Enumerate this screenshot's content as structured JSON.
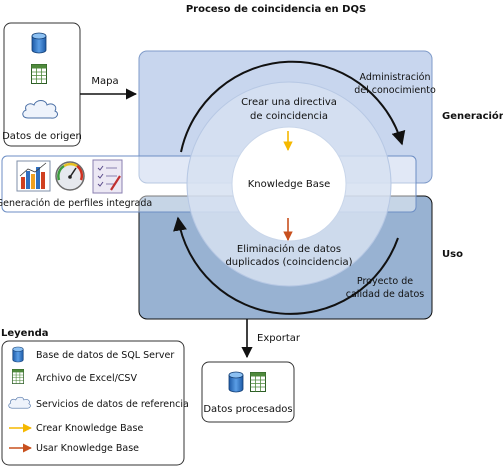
{
  "title": "Proceso de coincidencia en DQS",
  "source": {
    "label": "Datos de origen",
    "icons": [
      "database-icon",
      "spreadsheet-icon",
      "cloud-icon"
    ]
  },
  "arrow_map_label": "Mapa",
  "generation": {
    "side_label": "Generación",
    "phase_label_1": "Administración",
    "phase_label_2": "del conocimiento",
    "step_label_1": "Crear una directiva",
    "step_label_2": "de coincidencia"
  },
  "center_label": "Knowledge Base",
  "profiling": {
    "label": "Generación de perfiles integrada",
    "icons": [
      "bar-chart-icon",
      "gauge-icon",
      "checklist-icon"
    ]
  },
  "usage": {
    "side_label": "Uso",
    "step_label_1": "Eliminación de datos",
    "step_label_2": "duplicados (coincidencia)",
    "phase_label_1": "Proyecto de",
    "phase_label_2": "calidad de datos"
  },
  "arrow_export_label": "Exportar",
  "output": {
    "label": "Datos procesados",
    "icons": [
      "database-icon",
      "spreadsheet-icon"
    ]
  },
  "legend": {
    "title": "Leyenda",
    "items": [
      {
        "icon": "database-icon",
        "label": "Base de datos de SQL Server"
      },
      {
        "icon": "spreadsheet-icon",
        "label": "Archivo de Excel/CSV"
      },
      {
        "icon": "cloud-icon",
        "label": "Servicios de datos de referencia"
      },
      {
        "icon": "yellow-arrow-icon",
        "label": "Crear Knowledge Base"
      },
      {
        "icon": "red-arrow-icon",
        "label": "Usar Knowledge Base"
      }
    ]
  },
  "colors": {
    "generation_fill": "#c8d6ee",
    "usage_fill": "#98b2d2",
    "ring_fill": "#d6e1f1",
    "yellow_arrow": "#f5b800",
    "red_arrow": "#c8501e",
    "db_blue": "#2c74c4",
    "sheet_green": "#4f8a3c"
  }
}
